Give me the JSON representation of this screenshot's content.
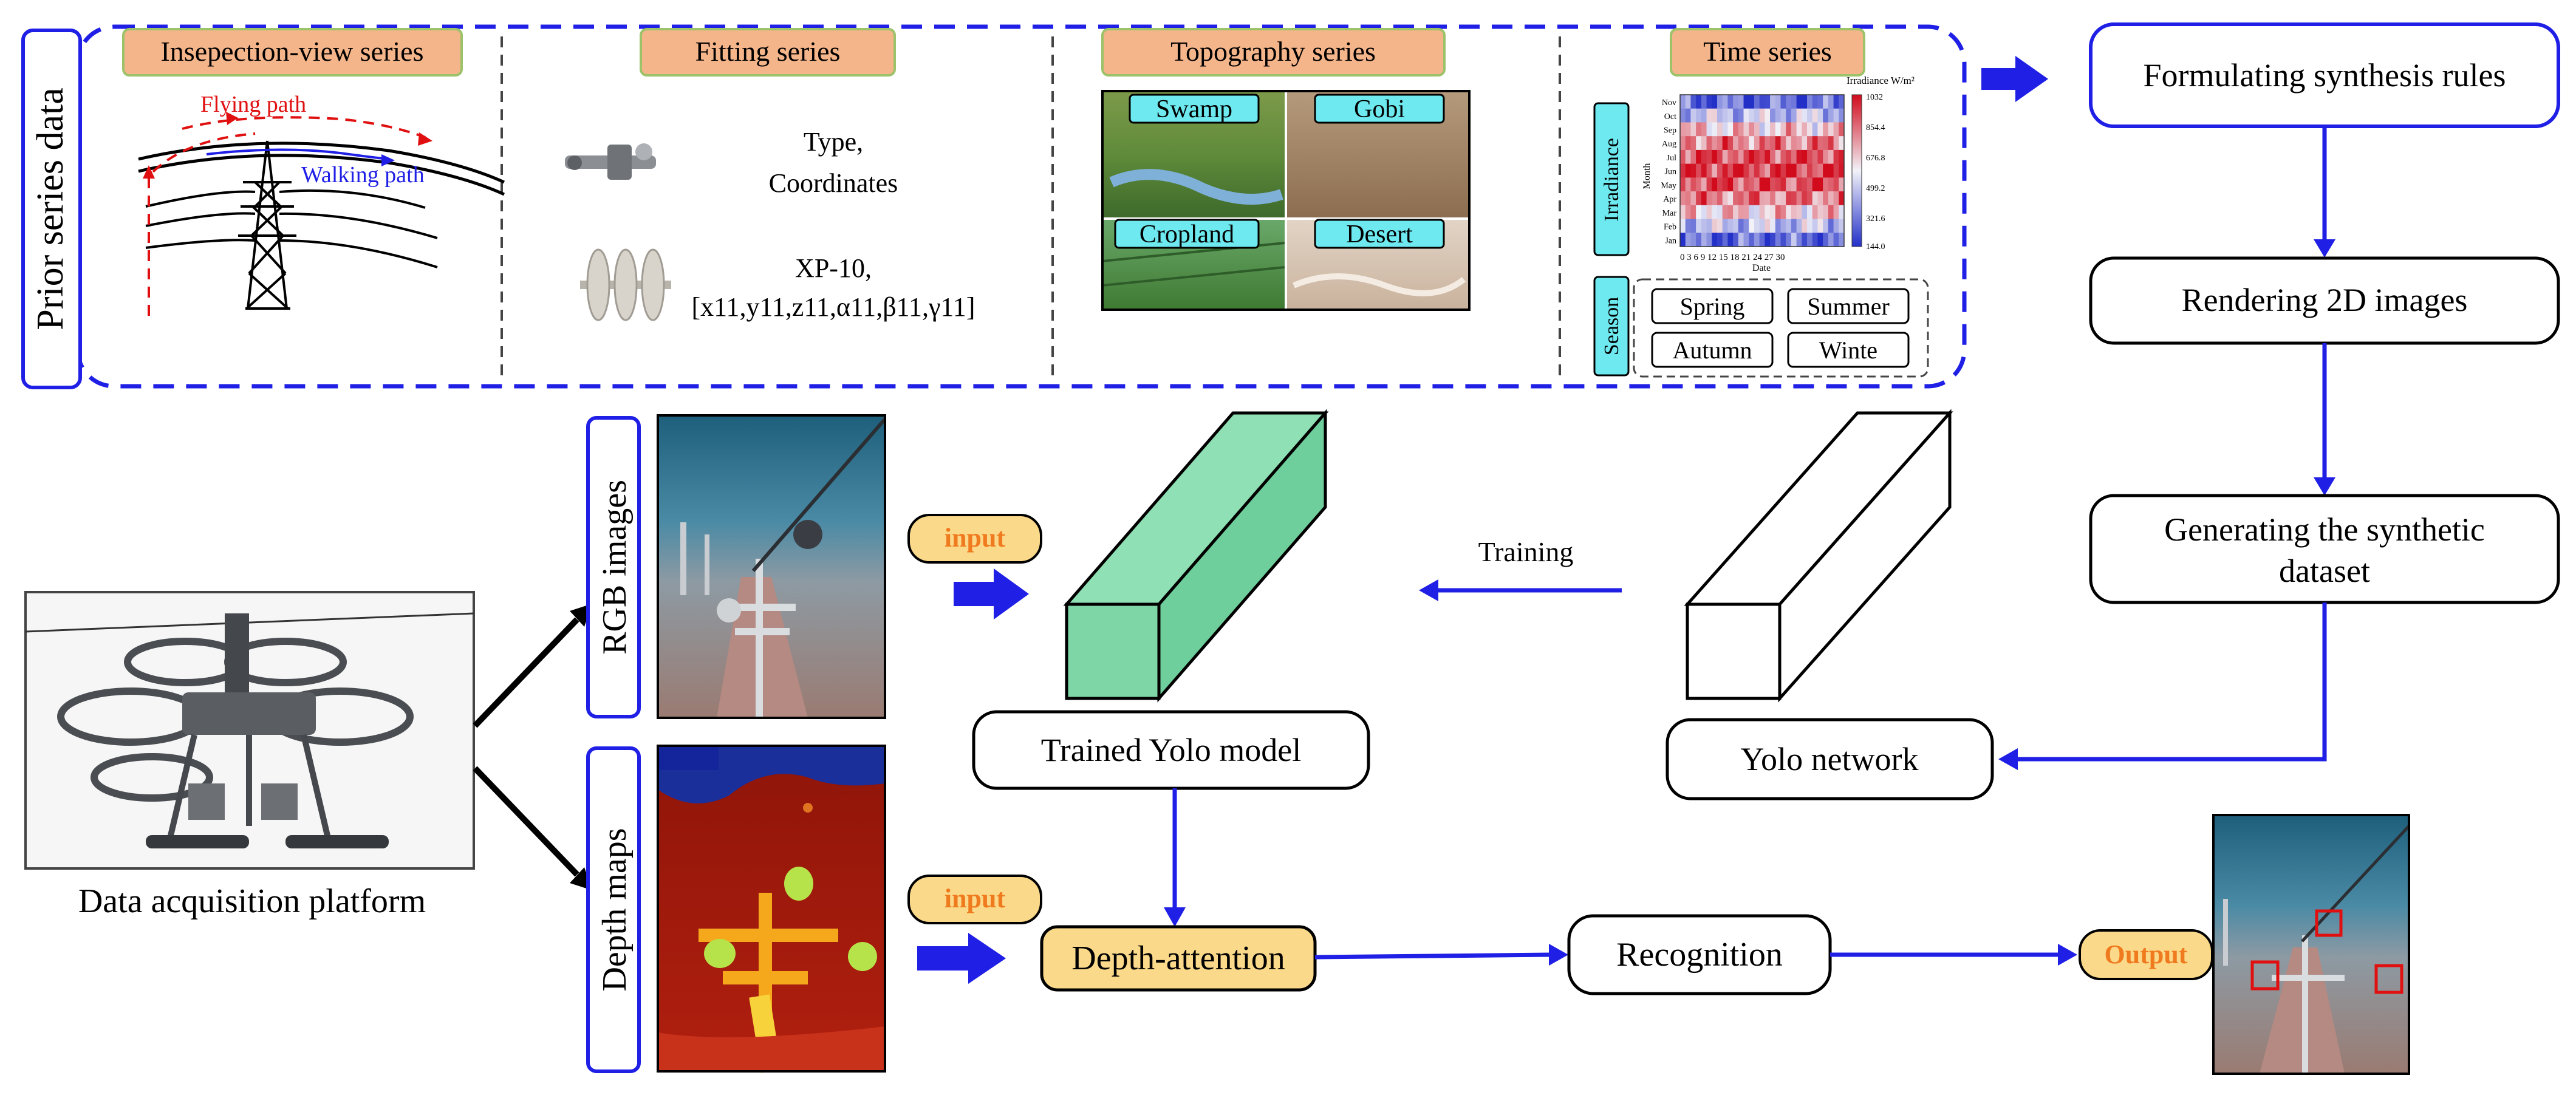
{
  "prior": {
    "side_label": "Prior series data",
    "headers": [
      "Insepection-view series",
      "Fitting series",
      "Topography series",
      "Time series"
    ],
    "flying_path": "Flying path",
    "walking_path": "Walking path",
    "fitting_type": "Type,",
    "fitting_coords": "Coordinates",
    "fitting_model": "XP-10,",
    "fitting_pose": "[x11,y11,z11,α11,β11,γ11]",
    "topo": [
      "Swamp",
      "Gobi",
      "Cropland",
      "Desert"
    ],
    "irradiance_label": "Irradiance",
    "season_label": "Season",
    "seasons": [
      "Spring",
      "Summer",
      "Autumn",
      "Winte"
    ],
    "heatmap_title": "Irradiance  W/m²",
    "heatmap_months": [
      "Nov",
      "Oct",
      "Sep",
      "Aug",
      "Jul",
      "Jun",
      "May",
      "Apr",
      "Mar",
      "Feb",
      "Jan"
    ],
    "heatmap_scale": [
      "1032",
      "854.4",
      "676.8",
      "499.2",
      "321.6",
      "144.0"
    ],
    "heatmap_date_ticks": "0  3  6  9  12 15 18 21 24 27 30",
    "heatmap_xlabel": "Date",
    "heatmap_ylabel": "Month"
  },
  "pipeline": {
    "formulating": "Formulating synthesis rules",
    "rendering": "Rendering 2D images",
    "generating_line1": "Generating the synthetic",
    "generating_line2": "dataset",
    "yolo_network": "Yolo network",
    "training": "Training",
    "trained_model": "Trained Yolo model",
    "rgb_images": "RGB images",
    "depth_maps": "Depth maps",
    "input_rgb": "input",
    "input_depth": "input",
    "depth_attention": "Depth-attention",
    "recognition": "Recognition",
    "output": "Output",
    "platform": "Data acquisition platform"
  },
  "colors": {
    "blue": "#1f1fe6",
    "header_fill": "#f5b58a",
    "label_fill": "#6ee9f0",
    "input_fill": "#fbd98a",
    "input_text": "#f07a1e",
    "cube_green": "#7ed6a6",
    "depth_red": "#a51a0e"
  }
}
